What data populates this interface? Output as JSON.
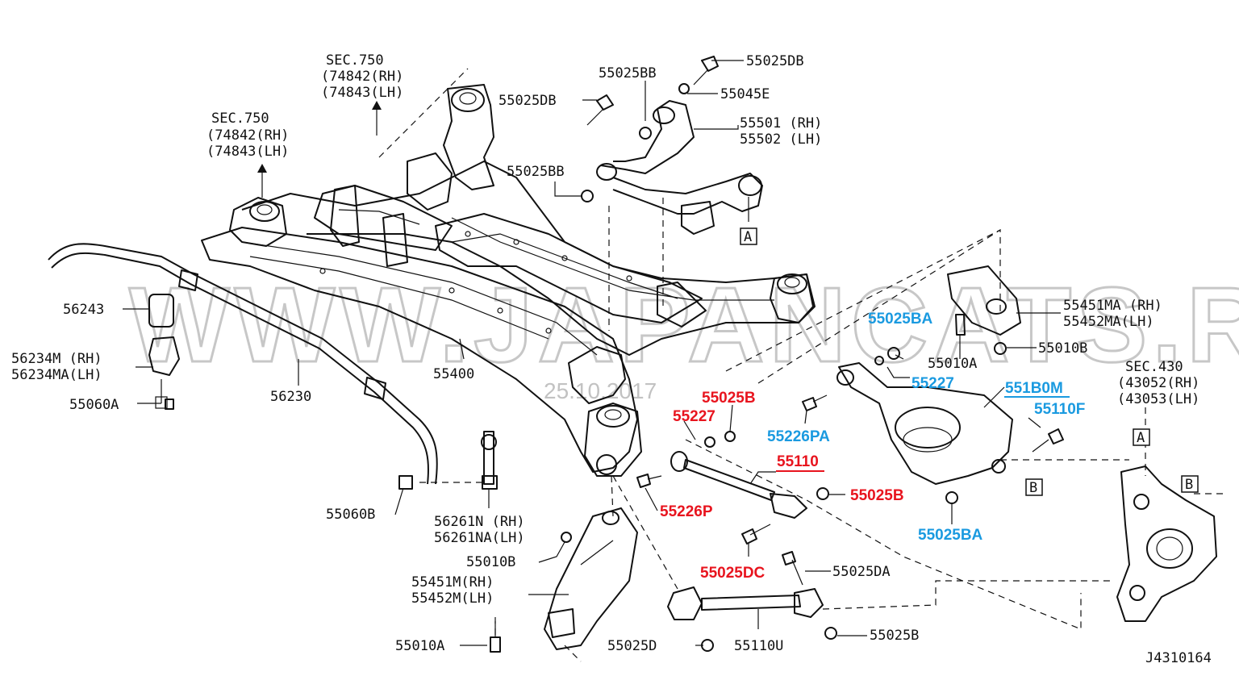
{
  "watermark": {
    "site": "WWW.JAPANCATS.RU",
    "date": "25.10.2017"
  },
  "diagram_code": "J4310164",
  "section_refs": {
    "sec750_top": {
      "title": "SEC.750",
      "rh": "(74842(RH)",
      "lh": "(74843(LH)"
    },
    "sec750_mid": {
      "title": "SEC.750",
      "rh": "(74842(RH)",
      "lh": "(74843(LH)"
    },
    "sec430": {
      "title": "SEC.430",
      "rh": "(43052(RH)",
      "lh": "(43053(LH)"
    }
  },
  "labels": {
    "p55025DB_top": "55025DB",
    "p55025BB_top": "55025BB",
    "p55025DB_left": "55025DB",
    "p55045E": "55045E",
    "p55501_rh": "55501 (RH)",
    "p55502_lh": "55502 (LH)",
    "p55025BB_mid": "55025BB",
    "p56243": "56243",
    "p56234M_rh": "56234M (RH)",
    "p56234MA_lh": "56234MA(LH)",
    "p55060A": "55060A",
    "p56230": "56230",
    "p55400": "55400",
    "p55451MA_rh": "55451MA (RH)",
    "p55452MA_lh": "55452MA(LH)",
    "p55010A_right": "55010A",
    "p55010B_right": "55010B",
    "p55060B": "55060B",
    "p56261N_rh": "56261N (RH)",
    "p56261NA_lh": "56261NA(LH)",
    "p55010B_bottom": "55010B",
    "p55451M_rh": "55451M(RH)",
    "p55452M_lh": "55452M(LH)",
    "p55010A_bottom": "55010A",
    "p55025D": "55025D",
    "p55110U": "55110U",
    "p55025B_bottom": "55025B",
    "p55025DA": "55025DA",
    "box_A": "A",
    "box_B": "B"
  },
  "highlight_red": {
    "p55025B_upper": "55025B",
    "p55227_red": "55227",
    "p55110": "55110",
    "p55025B_mid": "55025B",
    "p55226P": "55226P",
    "p55025DC": "55025DC"
  },
  "highlight_blue": {
    "p55025BA_top": "55025BA",
    "p55227_blue": "55227",
    "p551B0M": "551B0M",
    "p55110F": "55110F",
    "p55226PA": "55226PA",
    "p55025BA_bottom": "55025BA"
  },
  "colors": {
    "red": "#e8141e",
    "blue": "#1a9ae0",
    "line": "#111111",
    "watermark": "#9a9a9a"
  }
}
